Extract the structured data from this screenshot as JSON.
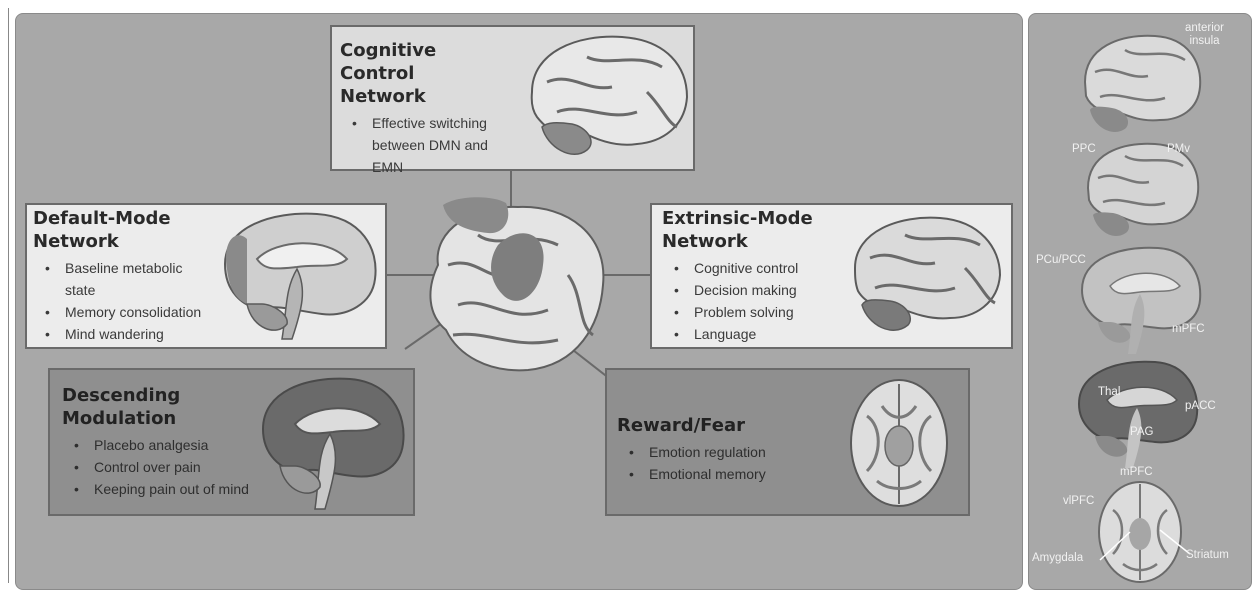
{
  "networks": {
    "ccn": {
      "title_l1": "Cognitive Control",
      "title_l2": "Network",
      "bullets": [
        "Effective switching between DMN and EMN"
      ]
    },
    "dmn": {
      "title_l1": "Default-Mode",
      "title_l2": "Network",
      "bullets": [
        "Baseline metabolic state",
        "Memory consolidation",
        "Mind wandering"
      ]
    },
    "emn": {
      "title_l1": "Extrinsic-Mode",
      "title_l2": "Network",
      "bullets": [
        "Cognitive control",
        "Decision making",
        "Problem solving",
        "Language"
      ]
    },
    "dm": {
      "title_l1": "Descending",
      "title_l2": "Modulation",
      "bullets": [
        "Placebo analgesia",
        "Control over pain",
        "Keeping pain out of mind"
      ]
    },
    "rf": {
      "title_l1": "Reward/Fear",
      "bullets": [
        "Emotion regulation",
        "Emotional memory"
      ]
    }
  },
  "right_labels": {
    "anterior_insula_l1": "anterior",
    "anterior_insula_l2": "insula",
    "ppc": "PPC",
    "pmv": "PMv",
    "pcu_pcc": "PCu/PCC",
    "mpfc_1": "mPFC",
    "thal": "Thal",
    "pag": "PAG",
    "pacc": "pACC",
    "mpfc_2": "mPFC",
    "vlpfc": "vlPFC",
    "amygdala": "Amygdala",
    "striatum": "Striatum"
  },
  "colors": {
    "panel": "#a8a8a8",
    "box_light": "#ececec",
    "box_dark": "#8f8f8f",
    "brain": "#9a9a9a"
  }
}
